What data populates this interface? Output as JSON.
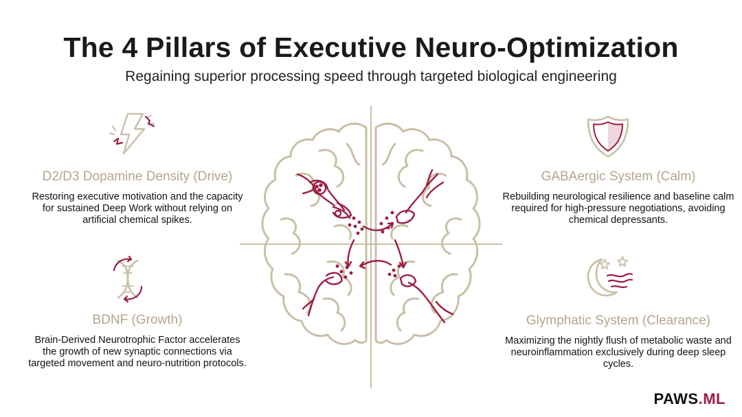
{
  "header": {
    "title": "The 4 Pillars of Executive Neuro-Optimization",
    "subtitle": "Regaining superior processing speed through targeted biological engineering"
  },
  "pillars": [
    {
      "title": "D2/D3 Dopamine Density (Drive)",
      "description": "Restoring executive motivation and the capacity for sustained Deep Work without relying on artificial chemical spikes.",
      "icon": "lightning-bolt-icon"
    },
    {
      "title": "GABAergic System (Calm)",
      "description": "Rebuilding neurological resilience and baseline calm required for high-pressure negotiations, avoiding chemical depressants.",
      "icon": "shield-icon"
    },
    {
      "title": "BDNF (Growth)",
      "description": "Brain-Derived Neurotrophic Factor accelerates the growth of new synaptic connections via targeted movement and neuro-nutrition protocols.",
      "icon": "dna-helix-icon"
    },
    {
      "title": "Glymphatic System (Clearance)",
      "description": "Maximizing the nightly flush of metabolic waste and neuroinflammation exclusively during deep sleep cycles.",
      "icon": "moon-stars-icon"
    }
  ],
  "brand": {
    "name": "PAWS",
    "suffix": ".ML"
  },
  "colors": {
    "accent": "#9b1d43",
    "outline": "#c9bfa6",
    "heading": "#b3a68c",
    "text": "#111111"
  }
}
